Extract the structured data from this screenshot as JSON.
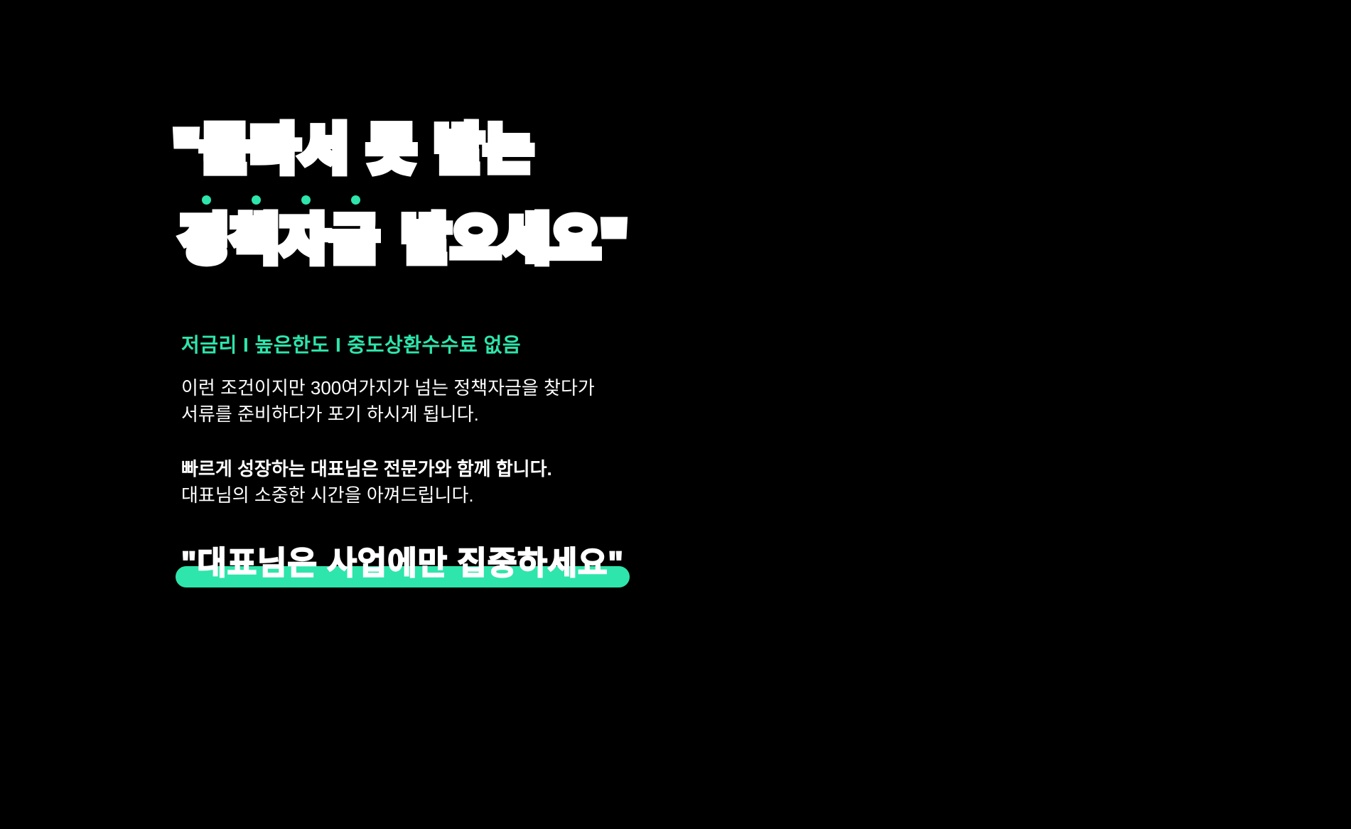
{
  "page": {
    "background": "#000000",
    "accent": "#2EE5AB"
  },
  "hero": {
    "line1": "\"몰라서 못 받는",
    "line2_emphasis": "정책자금",
    "line2_rest": "받으세요\""
  },
  "benefits": {
    "text": "저금리 I 높은한도 I 중도상환수수료 없음"
  },
  "paragraph1": {
    "line1": "이런 조건이지만 300여가지가 넘는 정책자금을 찾다가",
    "line2": "서류를 준비하다가 포기 하시게 됩니다."
  },
  "paragraph2": {
    "line1": "빠르게 성장하는 대표님은 전문가와 함께 합니다.",
    "line2": "대표님의 소중한 시간을 아껴드립니다."
  },
  "closing": {
    "text": "\"대표님은 사업에만 집중하세요\""
  }
}
